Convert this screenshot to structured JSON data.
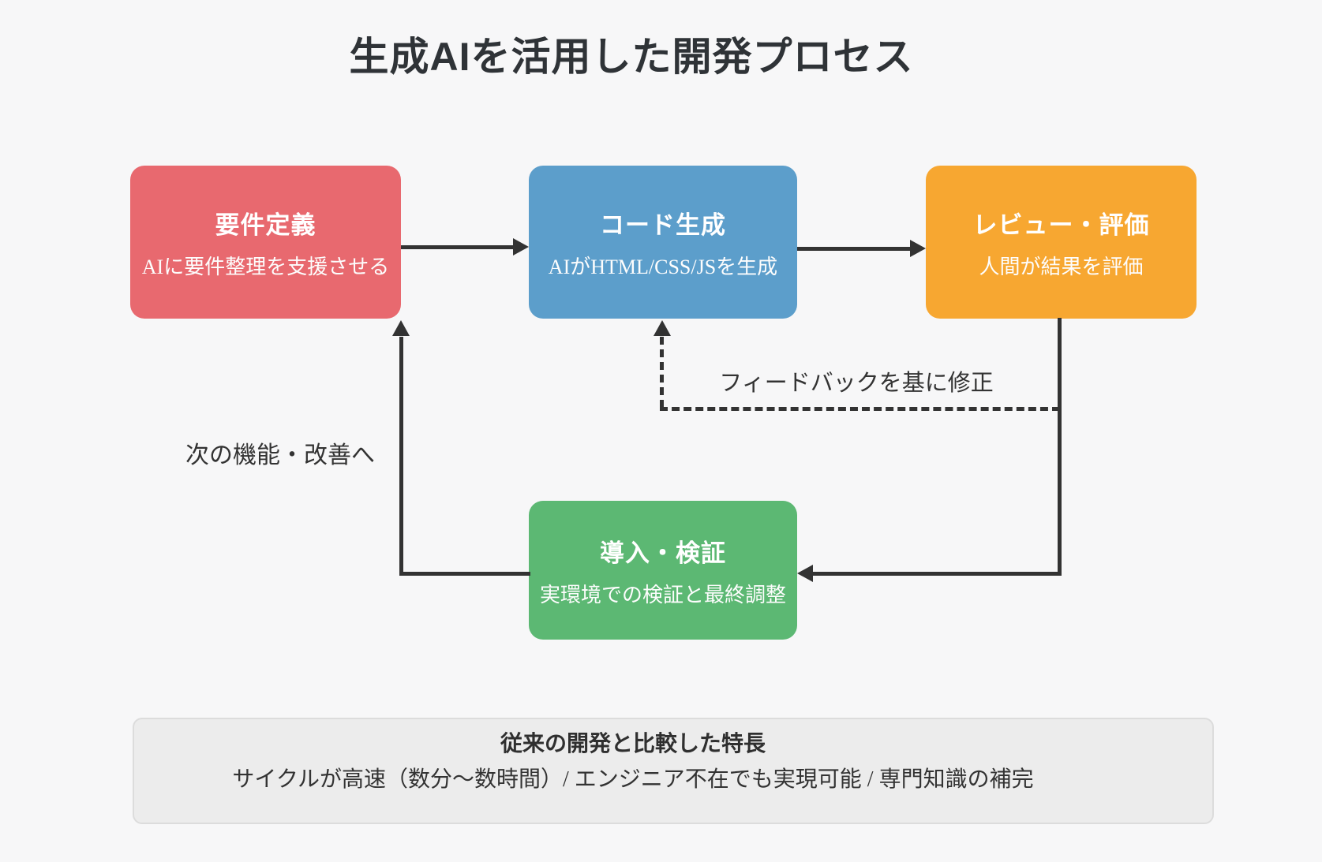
{
  "page": {
    "title": "生成AIを活用した開発プロセス",
    "background": "#f7f7f8",
    "text_color": "#2f3337"
  },
  "nodes": [
    {
      "id": "requirements",
      "title": "要件定義",
      "subtitle": "AIに要件整理を支援させる",
      "color": "#e8696f"
    },
    {
      "id": "codegen",
      "title": "コード生成",
      "subtitle": "AIがHTML/CSS/JSを生成",
      "color": "#5c9ecb"
    },
    {
      "id": "review",
      "title": "レビュー・評価",
      "subtitle": "人間が結果を評価",
      "color": "#f7a731"
    },
    {
      "id": "deploy",
      "title": "導入・検証",
      "subtitle": "実環境での検証と最終調整",
      "color": "#5cb873"
    }
  ],
  "edges": {
    "arrow_color": "#333333",
    "feedback_label": "フィードバックを基に修正",
    "loop_label": "次の機能・改善へ"
  },
  "feature_box": {
    "title": "従来の開発と比較した特長",
    "description": "サイクルが高速（数分～数時間）/ エンジニア不在でも実現可能 / 専門知識の補完",
    "background": "#ececec",
    "border_color": "#dcdcdc"
  }
}
